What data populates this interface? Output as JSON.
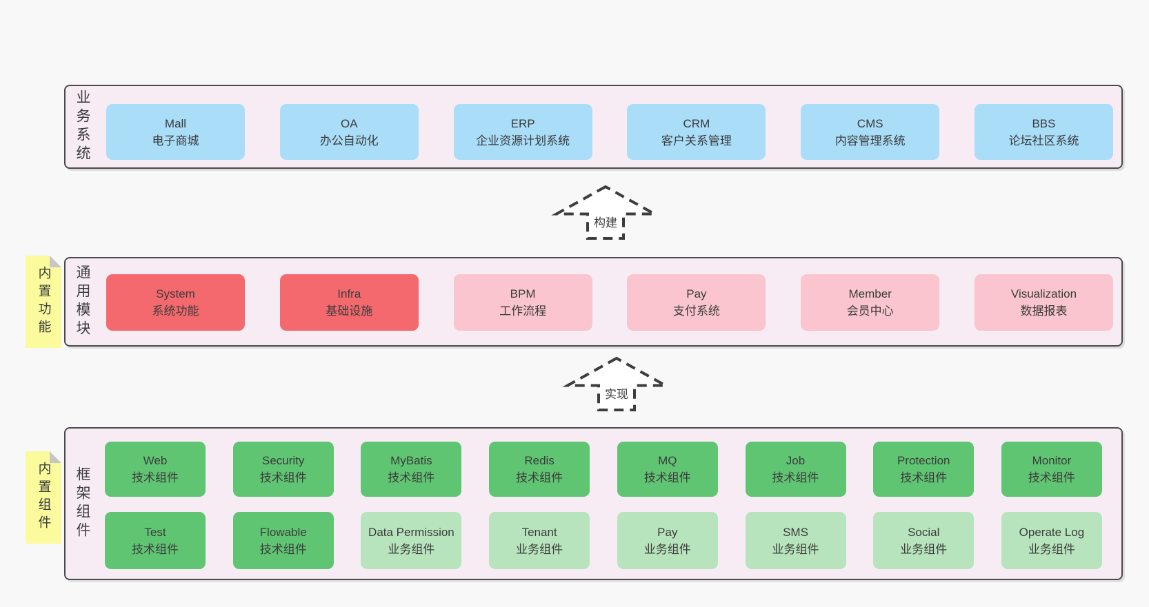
{
  "panels": [
    {
      "label": "业务系统",
      "items": [
        {
          "name": "Mall",
          "desc": "电子商城"
        },
        {
          "name": "OA",
          "desc": "办公自动化"
        },
        {
          "name": "ERP",
          "desc": "企业资源计划系统"
        },
        {
          "name": "CRM",
          "desc": "客户关系管理"
        },
        {
          "name": "CMS",
          "desc": "内容管理系统"
        },
        {
          "name": "BBS",
          "desc": "论坛社区系统"
        }
      ]
    },
    {
      "label": "通用模块",
      "note": "内置功能",
      "items": [
        {
          "name": "System",
          "desc": "系统功能"
        },
        {
          "name": "Infra",
          "desc": "基础设施"
        },
        {
          "name": "BPM",
          "desc": "工作流程"
        },
        {
          "name": "Pay",
          "desc": "支付系统"
        },
        {
          "name": "Member",
          "desc": "会员中心"
        },
        {
          "name": "Visualization",
          "desc": "数据报表"
        }
      ]
    },
    {
      "label": "框架组件",
      "note": "内置组件",
      "rows": [
        [
          {
            "name": "Web",
            "desc": "技术组件"
          },
          {
            "name": "Security",
            "desc": "技术组件"
          },
          {
            "name": "MyBatis",
            "desc": "技术组件"
          },
          {
            "name": "Redis",
            "desc": "技术组件"
          },
          {
            "name": "MQ",
            "desc": "技术组件"
          },
          {
            "name": "Job",
            "desc": "技术组件"
          },
          {
            "name": "Protection",
            "desc": "技术组件"
          },
          {
            "name": "Monitor",
            "desc": "技术组件"
          }
        ],
        [
          {
            "name": "Test",
            "desc": "技术组件"
          },
          {
            "name": "Flowable",
            "desc": "技术组件"
          },
          {
            "name": "Data Permission",
            "desc": "业务组件"
          },
          {
            "name": "Tenant",
            "desc": "业务组件"
          },
          {
            "name": "Pay",
            "desc": "业务组件"
          },
          {
            "name": "SMS",
            "desc": "业务组件"
          },
          {
            "name": "Social",
            "desc": "业务组件"
          },
          {
            "name": "Operate Log",
            "desc": "业务组件"
          }
        ]
      ]
    }
  ],
  "arrows": [
    {
      "label": "构建"
    },
    {
      "label": "实现"
    }
  ],
  "colors": {
    "blue": "#a9ddf8",
    "red": "#f4696e",
    "pink": "#fac5ce",
    "green": "#60c573",
    "light_green": "#b7e4bd",
    "panel_fill": "#f7ecf4",
    "note_yellow": "#fbfa9d"
  }
}
